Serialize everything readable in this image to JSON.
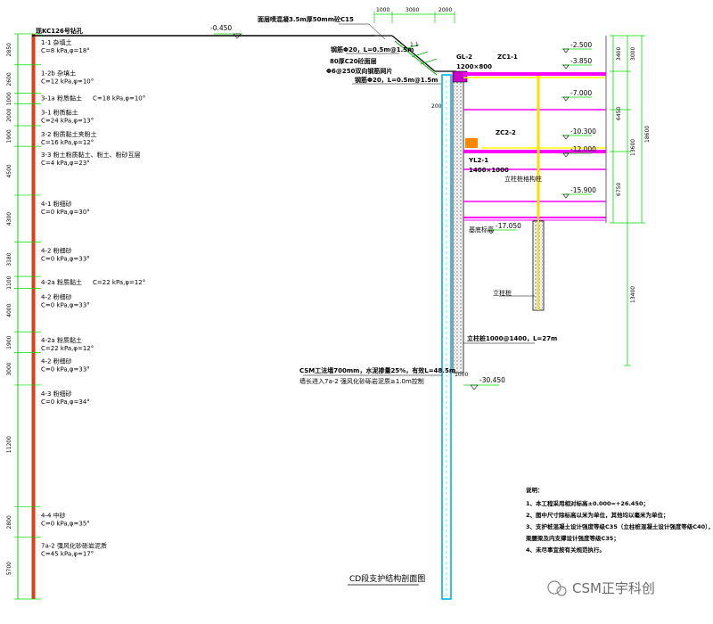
{
  "title": "CD段支护结构剖面图",
  "watermark": "CSM正宇科创",
  "top_label": "-0.450",
  "slope_labels": {
    "surface": "面层喷混凝3.5m厚50mm砼C15",
    "nail_upper": "钢筋Φ20，L=0.5m@1.5m",
    "mesh": "80厚C20砼面层",
    "mesh2": "Φ6@250双向钢筋网片",
    "nail_lower": "钢筋Φ20，L=0.5m@1.5m",
    "ratio": "1:1",
    "berm_dims": [
      "1000",
      "3000",
      "2000"
    ]
  },
  "soil_column_top": "现KC126号钻孔",
  "soil_layers": [
    {
      "name": "1-1 杂填土",
      "params": "C=8 kPa,φ=18°",
      "thick": "2850"
    },
    {
      "name": "1-2b 杂填土",
      "params": "C=12 kPa,φ=10°",
      "thick": "2600"
    },
    {
      "name": "3-1a 粉质黏土",
      "params": "C=18 kPa,φ=10°",
      "thick": "1000"
    },
    {
      "name": "3-1 粉质黏土",
      "params": "C=24 kPa,φ=13°",
      "thick": "2000"
    },
    {
      "name": "3-2 粉质黏土夹粉土",
      "params": "C=16 kPa,φ=12°",
      "thick": "1900"
    },
    {
      "name": "3-3 粉土粉质黏土、粉土、粉砂互层",
      "params": "C=4 kPa,φ=23°",
      "thick": "4500"
    },
    {
      "name": "4-1 粉细砂",
      "params": "C=0 kPa,φ=30°",
      "thick": "4300"
    },
    {
      "name": "4-2 粉细砂",
      "params": "C=0 kPa,φ=33°",
      "thick": "3180"
    },
    {
      "name": "4-2a 粉质黏土",
      "params": "C=22 kPa,φ=12°",
      "thick": "1100"
    },
    {
      "name": "4-2 粉细砂",
      "params": "C=0 kPa,φ=33°",
      "thick": "4000"
    },
    {
      "name": "4-2a 粉质黏土",
      "params": "C=22 kPa,φ=12°",
      "thick": "1900"
    },
    {
      "name": "4-2 粉细砂",
      "params": "C=0 kPa,φ=33°",
      "thick": "3000"
    },
    {
      "name": "4-3 粉细砂",
      "params": "C=0 kPa,φ=34°",
      "thick": "11200"
    },
    {
      "name": "4-4 中砂",
      "params": "C=0 kPa,φ=35°",
      "thick": "2800"
    },
    {
      "name": "7a-2 强风化砂砾岩泥质",
      "params": "C=45 kPa,φ=17°",
      "thick": "5700"
    }
  ],
  "wall": {
    "gl": "GL-2",
    "gl_size": "1200×800",
    "left_dim": "200",
    "bottom_dim": "1000",
    "bottom_elev": "-30.450",
    "csm_note": "CSM工法墙700mm，水泥掺量25%，有效L=48.5m",
    "csm_note2": "墙长进入7a-2 强风化砂砾岩泥质≥1.0m控制"
  },
  "struts": {
    "zc1": "ZC1-1",
    "zc2": "ZC2-2",
    "yl": "YL2-1",
    "yl_size": "1400×1000",
    "column_note": "立柱桩格构柱",
    "pile_label": "立柱桩",
    "pile_note": "立柱桩1000@1400，L=27m",
    "bottom_label": "基底标高"
  },
  "elevations": [
    "-2.500",
    "-3.850",
    "-7.000",
    "-10.300",
    "-12.000",
    "-15.900",
    "-17.050"
  ],
  "right_dims": {
    "d1": "3400",
    "d2": "3000",
    "d3": "6450",
    "d4": "13600",
    "d5": "18600",
    "d6": "6750",
    "d7": "13400"
  },
  "notes": {
    "heading": "说明：",
    "items": [
      "1、本工程采用相对标高±0.000=+26.450；",
      "2、图中尺寸除标高以米为单位，其他均以毫米为单位；",
      "3、支护桩混凝土设计强度等级C35（立柱桩混凝土设计强度等级C40），冠",
      "   梁腰梁及内支撑设计强度等级C35；",
      "4、未尽事宜按有关规范执行。"
    ]
  },
  "colors": {
    "strut": "#ff00ff",
    "column": "#ffff00",
    "wall": "#00b0f0",
    "dim": "#00dd00",
    "soil_red": "#ff3300",
    "guard": "#ff8800"
  }
}
